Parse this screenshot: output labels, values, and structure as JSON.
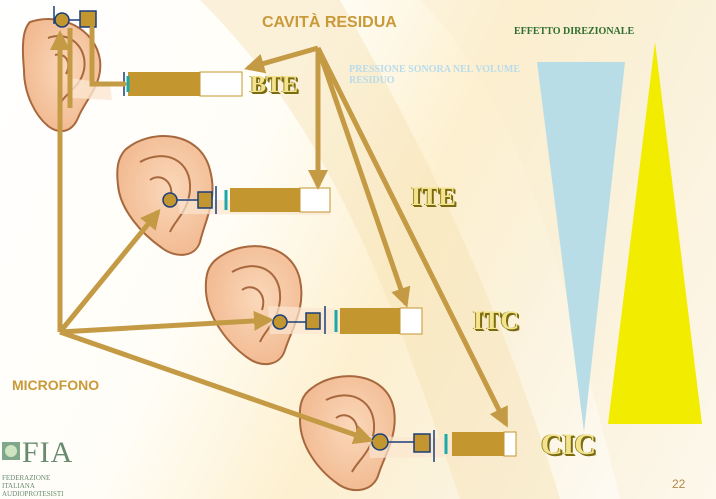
{
  "cavity_label": "CAVITÀ RESIDUA",
  "direction_label": "EFFETTO DIREZIONALE",
  "pressure_label": "PRESSIONE SONORA NEL VOLUME RESIDUO",
  "microphone_label": "MICROFONO",
  "device_types": [
    "BTE",
    "ITE",
    "ITC",
    "CIC"
  ],
  "logo": {
    "text": "FIA",
    "subtext": "FEDERAZIONE ITALIANA AUDIOPROTESISTI"
  },
  "page_number": "22",
  "colors": {
    "arrow": "#c49a44",
    "pressure_wedge": "#b9dde6",
    "direction_wedge": "#f2ec00",
    "component_body": "#c49630"
  }
}
